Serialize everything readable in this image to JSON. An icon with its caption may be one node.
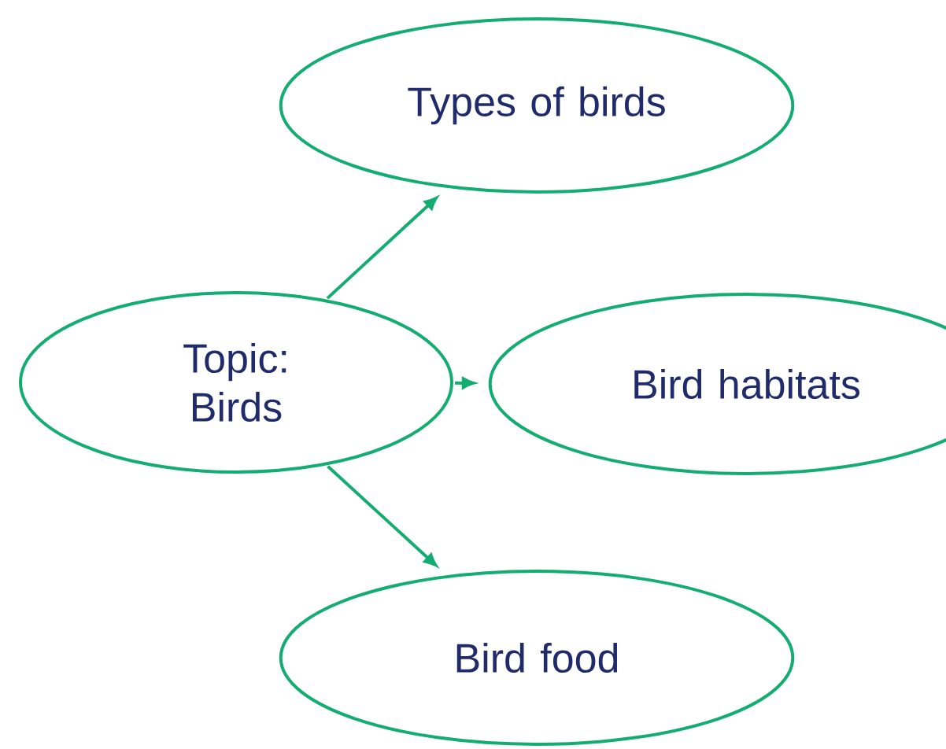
{
  "diagram": {
    "nodes": [
      {
        "text": [
          "Topic: Birds"
        ]
      },
      {
        "text": [
          "Types of birds"
        ]
      },
      {
        "text": [
          "Bird habitats"
        ]
      },
      {
        "text": [
          "Bird food"
        ]
      }
    ],
    "edges": [
      {
        "from": 0,
        "to": 1,
        "arrow": "to"
      },
      {
        "from": 0,
        "to": 2,
        "arrow": "to"
      },
      {
        "from": 0,
        "to": 3,
        "arrow": "to"
      }
    ]
  }
}
